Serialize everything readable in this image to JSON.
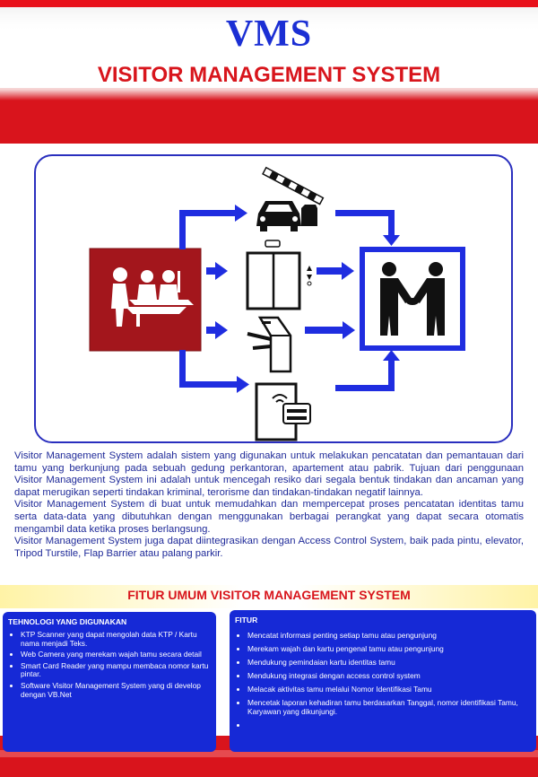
{
  "header": {
    "title": "VMS",
    "subtitle": "VISITOR MANAGEMENT SYSTEM"
  },
  "description": [
    "Visitor Management System adalah sistem yang digunakan untuk melakukan pencatatan dan pemantauan dari tamu yang berkunjung pada sebuah gedung perkantoran, apartement atau pabrik. Tujuan dari penggunaan Visitor Management System ini adalah untuk mencegah resiko dari segala bentuk tindakan dan ancaman yang dapat merugikan seperti tindakan kriminal, terorisme dan tindakan-tindakan negatif lainnya.",
    "Visitor Management System di buat untuk memudahkan dan mempercepat proses pencatatan identitas tamu serta data-data yang dibutuhkan dengan menggunakan berbagai perangkat yang dapat secara otomatis mengambil data ketika proses berlangsung.",
    "Visitor Management System juga dapat diintegrasikan dengan Access Control System, baik pada pintu, elevator, Tripod Turstile, Flap Barrier atau palang parkir."
  ],
  "fitur_umum_title": "FITUR UMUM  VISITOR MANAGEMENT SYSTEM",
  "teknologi": {
    "heading": "TEHNOLOGI YANG DIGUNAKAN",
    "items": [
      "KTP Scanner yang dapat mengolah data KTP / Kartu nama menjadi Teks.",
      "Web Camera yang merekam wajah tamu secara detail",
      "Smart Card Reader yang mampu membaca nomor kartu pintar.",
      "Software Visitor Management System yang di develop dengan VB.Net"
    ]
  },
  "fitur": {
    "heading": "FITUR",
    "items": [
      "Mencatat informasi penting setiap tamu atau pengunjung",
      "Merekam wajah dan kartu pengenal tamu atau pengunjung",
      "Mendukung pemindaian kartu identitas tamu",
      "Mendukung integrasi dengan access control system",
      "Melacak aktivitas tamu melalui Nomor Identifikasi Tamu",
      "Mencetak laporan kehadiran tamu berdasarkan  Tanggal, nomor identifikasi Tamu, Karyawan yang dikunjungi.",
      ""
    ]
  },
  "colors": {
    "brand_blue": "#1629d6",
    "brand_red": "#d9141c",
    "reception_red": "#a3161c",
    "arrow_blue": "#1f2de0"
  },
  "icons": [
    "reception-icon",
    "parking-barrier-icon",
    "elevator-icon",
    "tripod-turnstile-icon",
    "card-access-door-icon",
    "handshake-icon",
    "arrow-icon"
  ]
}
